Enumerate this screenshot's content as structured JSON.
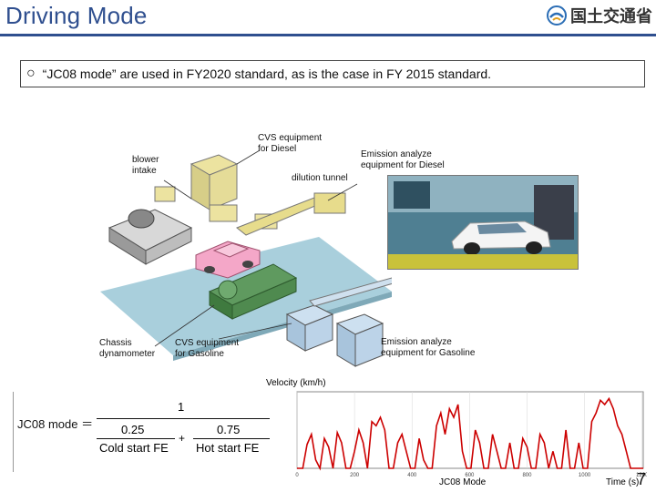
{
  "header": {
    "title": "Driving Mode",
    "logo_text": "国土交通省"
  },
  "summary": {
    "bullet": "○",
    "text": "“JC08 mode” are used in FY2020 standard, as is the case in FY 2015 standard."
  },
  "figure_labels": {
    "cvs_diesel": "CVS equipment\nfor Diesel",
    "blower_intake": "blower\nintake",
    "emission_diesel": "Emission analyze\nequipment for Diesel",
    "dilution_tunnel": "dilution tunnel",
    "chassis_dyno": "Chassis\ndynamometer",
    "cvs_gasoline": "CVS equipment\nfor Gasoline",
    "emission_gasoline": "Emission analyze\nequipment for Gasoline"
  },
  "equation": {
    "lhs": "JC08 mode ＝",
    "numerator": "1",
    "term_a_coef": "0.25",
    "term_a_label": "Cold start FE",
    "plus": "+",
    "term_b_coef": "0.75",
    "term_b_label": "Hot start FE"
  },
  "chart_data": {
    "type": "line",
    "title": "",
    "ylabel": "Velocity (km/h)",
    "xlabel": "JC08 Mode",
    "x_unit_label": "Time (s)",
    "xlim": [
      0,
      1204
    ],
    "ylim": [
      0,
      90
    ],
    "x_ticks": [
      "0",
      "200",
      "400",
      "600",
      "800",
      "1000",
      "1200"
    ],
    "series": [
      {
        "x": [
          0,
          20,
          35,
          50,
          65,
          80,
          95,
          110,
          125,
          140,
          155,
          170,
          185,
          200,
          215,
          230,
          245,
          260,
          275,
          290,
          305,
          320,
          335,
          350,
          365,
          380,
          395,
          410,
          425,
          440,
          455,
          470,
          485,
          500,
          515,
          530,
          545,
          560,
          575,
          590,
          605,
          620,
          635,
          650,
          665,
          680,
          695,
          710,
          725,
          740,
          755,
          770,
          785,
          800,
          815,
          830,
          845,
          860,
          875,
          890,
          905,
          920,
          935,
          950,
          965,
          980,
          995,
          1010,
          1025,
          1040,
          1055,
          1070,
          1085,
          1100,
          1115,
          1130,
          1145,
          1160,
          1175,
          1190,
          1204
        ],
        "values": [
          0,
          0,
          28,
          40,
          10,
          0,
          35,
          25,
          0,
          42,
          30,
          0,
          0,
          20,
          45,
          30,
          0,
          55,
          50,
          60,
          45,
          0,
          0,
          30,
          40,
          20,
          0,
          0,
          35,
          10,
          0,
          0,
          50,
          65,
          40,
          70,
          60,
          75,
          20,
          0,
          0,
          45,
          30,
          0,
          0,
          40,
          20,
          0,
          0,
          30,
          0,
          0,
          35,
          25,
          0,
          0,
          40,
          30,
          0,
          20,
          0,
          0,
          45,
          0,
          0,
          30,
          0,
          0,
          55,
          65,
          80,
          75,
          82,
          70,
          50,
          40,
          20,
          0,
          0,
          0,
          0
        ]
      }
    ],
    "color": "#cc0000"
  },
  "page": {
    "number": "7"
  }
}
